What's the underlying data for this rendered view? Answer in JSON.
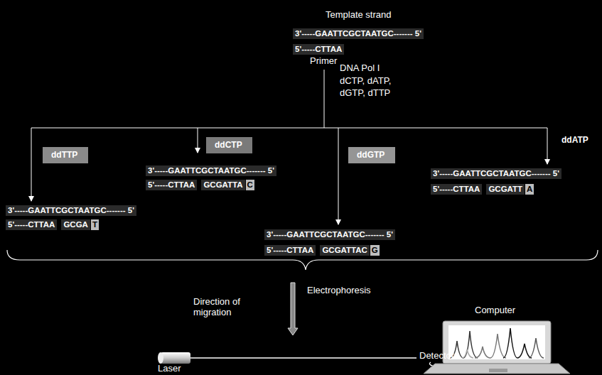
{
  "diagram": {
    "nodes": [
      {
        "text": [
          "ddTTP"
        ]
      },
      {
        "text": [
          "ddCTP"
        ]
      },
      {
        "text": [
          "ddGTP"
        ]
      }
    ],
    "labels": [
      "Template strand",
      "3'-----GAATTCGCTAATGC------- 5'",
      "5'-----CTTAA",
      "Primer",
      "DNA Pol I",
      "dCTP, dATP,",
      "dGTP, dTTP",
      "ddATP",
      "3'-----GAATTCGCTAATGC------- 5'",
      "5'-----CTTAA",
      "GCGATTA",
      "C",
      "3'-----GAATTCGCTAATGC------- 5'",
      "5'-----CTTAA",
      "GCGATT",
      "A",
      "3'-----GAATTCGCTAATGC------- 5'",
      "5'-----CTTAA",
      "GCGA",
      "T",
      "3'-----GAATTCGCTAATGC------- 5'",
      "5'-----CTTAA",
      "GCGATTAC",
      "G",
      "Electrophoresis",
      "Direction of migration",
      "Computer",
      "Laser",
      "Detector"
    ]
  }
}
